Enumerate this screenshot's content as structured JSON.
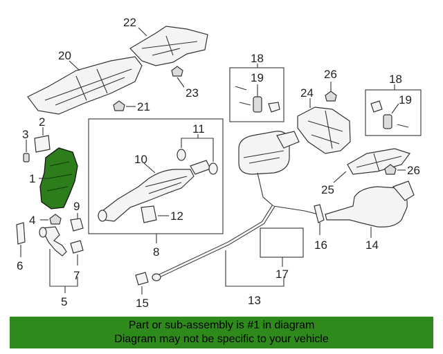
{
  "callouts": {
    "c1": "1",
    "c2": "2",
    "c3": "3",
    "c4": "4",
    "c5": "5",
    "c6": "6",
    "c7": "7",
    "c8": "8",
    "c9": "9",
    "c10": "10",
    "c11": "11",
    "c12": "12",
    "c13": "13",
    "c14": "14",
    "c15": "15",
    "c16": "16",
    "c17": "17",
    "c18a": "18",
    "c18b": "18",
    "c19a": "19",
    "c19b": "19",
    "c20": "20",
    "c21": "21",
    "c22": "22",
    "c23": "23",
    "c24": "24",
    "c25": "25",
    "c26a": "26",
    "c26b": "26"
  },
  "banner": {
    "line1": "Part or sub-assembly is #1 in diagram",
    "line2": "Diagram may not be specific to your vehicle"
  },
  "colors": {
    "highlight": "#2e7d1c",
    "banner": "#2d8a1b"
  }
}
